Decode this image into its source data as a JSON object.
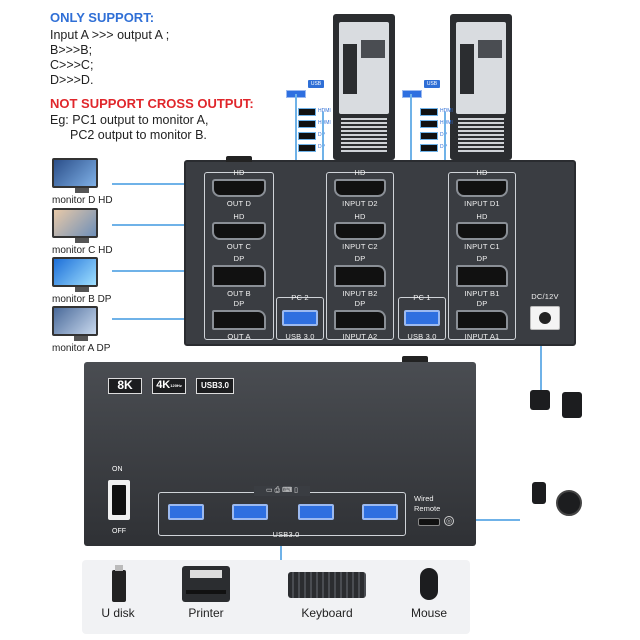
{
  "support": {
    "title": "ONLY SUPPORT:",
    "lines": [
      "Input A >>> output A ;",
      "B>>>B;",
      "C>>>C;",
      "D>>>D."
    ]
  },
  "not_support": {
    "title": "NOT SUPPORT CROSS OUTPUT:",
    "lines": [
      "Eg: PC1 output to monitor A,",
      "PC2 output to monitor B."
    ]
  },
  "monitors": [
    {
      "label": "monitor D HD"
    },
    {
      "label": "monitor C HD"
    },
    {
      "label": "monitor B DP"
    },
    {
      "label": "monitor A DP"
    }
  ],
  "back_panel": {
    "out": [
      {
        "type": "HD",
        "label": "OUT D"
      },
      {
        "type": "HD",
        "label": "OUT C"
      },
      {
        "type": "DP",
        "label": "OUT B"
      },
      {
        "type": "DP",
        "label": "OUT A"
      }
    ],
    "input2": [
      {
        "type": "HD",
        "label": "INPUT D2"
      },
      {
        "type": "HD",
        "label": "INPUT C2"
      },
      {
        "type": "DP",
        "label": "INPUT B2"
      },
      {
        "type": "DP",
        "label": "INPUT A2"
      }
    ],
    "input1": [
      {
        "type": "HD",
        "label": "INPUT D1"
      },
      {
        "type": "HD",
        "label": "INPUT C1"
      },
      {
        "type": "DP",
        "label": "INPUT B1"
      },
      {
        "type": "DP",
        "label": "INPUT A1"
      }
    ],
    "pc2": "PC 2",
    "pc1": "PC 1",
    "usb30": "USB 3.0",
    "dc": "DC/12V"
  },
  "pc_tower_labels": {
    "usb": "USB",
    "ports": [
      "HDMI",
      "HDMI",
      "DP",
      "DP"
    ]
  },
  "front_panel": {
    "badges": [
      "8K",
      "4K",
      "USB3.0"
    ],
    "badge_4k_sub": "120Hz",
    "switch_on": "ON",
    "switch_off": "OFF",
    "usb_label": "USB3.0",
    "wired_remote": "Wired Remote"
  },
  "peripherals": [
    {
      "label": "U disk"
    },
    {
      "label": "Printer"
    },
    {
      "label": "Keyboard"
    },
    {
      "label": "Mouse"
    }
  ],
  "colors": {
    "accent_blue": "#2f6fd6",
    "warning_red": "#e0262b",
    "cable_blue": "#6fb2e8",
    "usb_blue": "#2e6fe0"
  }
}
